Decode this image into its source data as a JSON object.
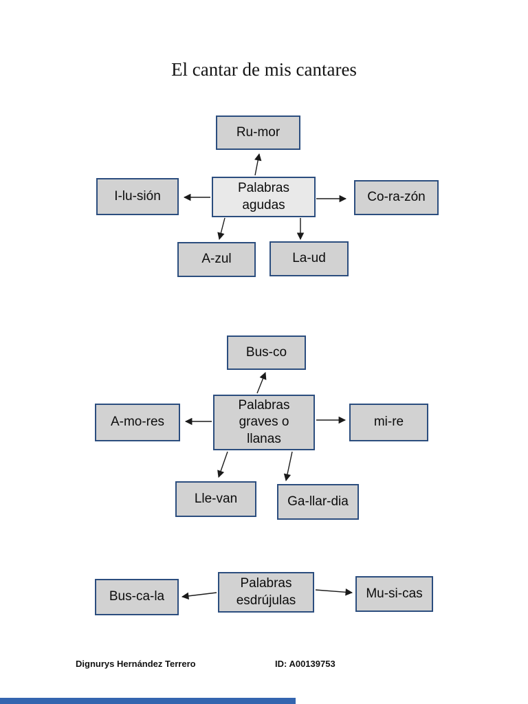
{
  "page": {
    "title": "El cantar de mis cantares"
  },
  "diagrams": [
    {
      "id": "palabras-agudas",
      "center": "Palabras\nagudas",
      "top": "Ru-mor",
      "left": "I-lu-sión",
      "right": "Co-ra-zón",
      "bottom_left": "A-zul",
      "bottom_right": "La-ud"
    },
    {
      "id": "palabras-graves-o-llanas",
      "center": "Palabras\ngraves o\nllanas",
      "top": "Bus-co",
      "left": "A-mo-res",
      "right": "mi-re",
      "bottom_left": "Lle-van",
      "bottom_right": "Ga-llar-dia"
    },
    {
      "id": "palabras-esdrujulas",
      "center": "Palabras\nesdrújulas",
      "left": "Bus-ca-la",
      "right": "Mu-si-cas"
    }
  ],
  "footer": {
    "author": "Dignurys Hernández Terrero",
    "student_id": "ID: A00139753"
  },
  "colors": {
    "node_fill": "#d2d2d2",
    "node_fill_light": "#e9e9e9",
    "node_border": "#2b4d7e",
    "arrow": "#1a1a1a",
    "accent_bar": "#3465af",
    "text": "#111111"
  }
}
